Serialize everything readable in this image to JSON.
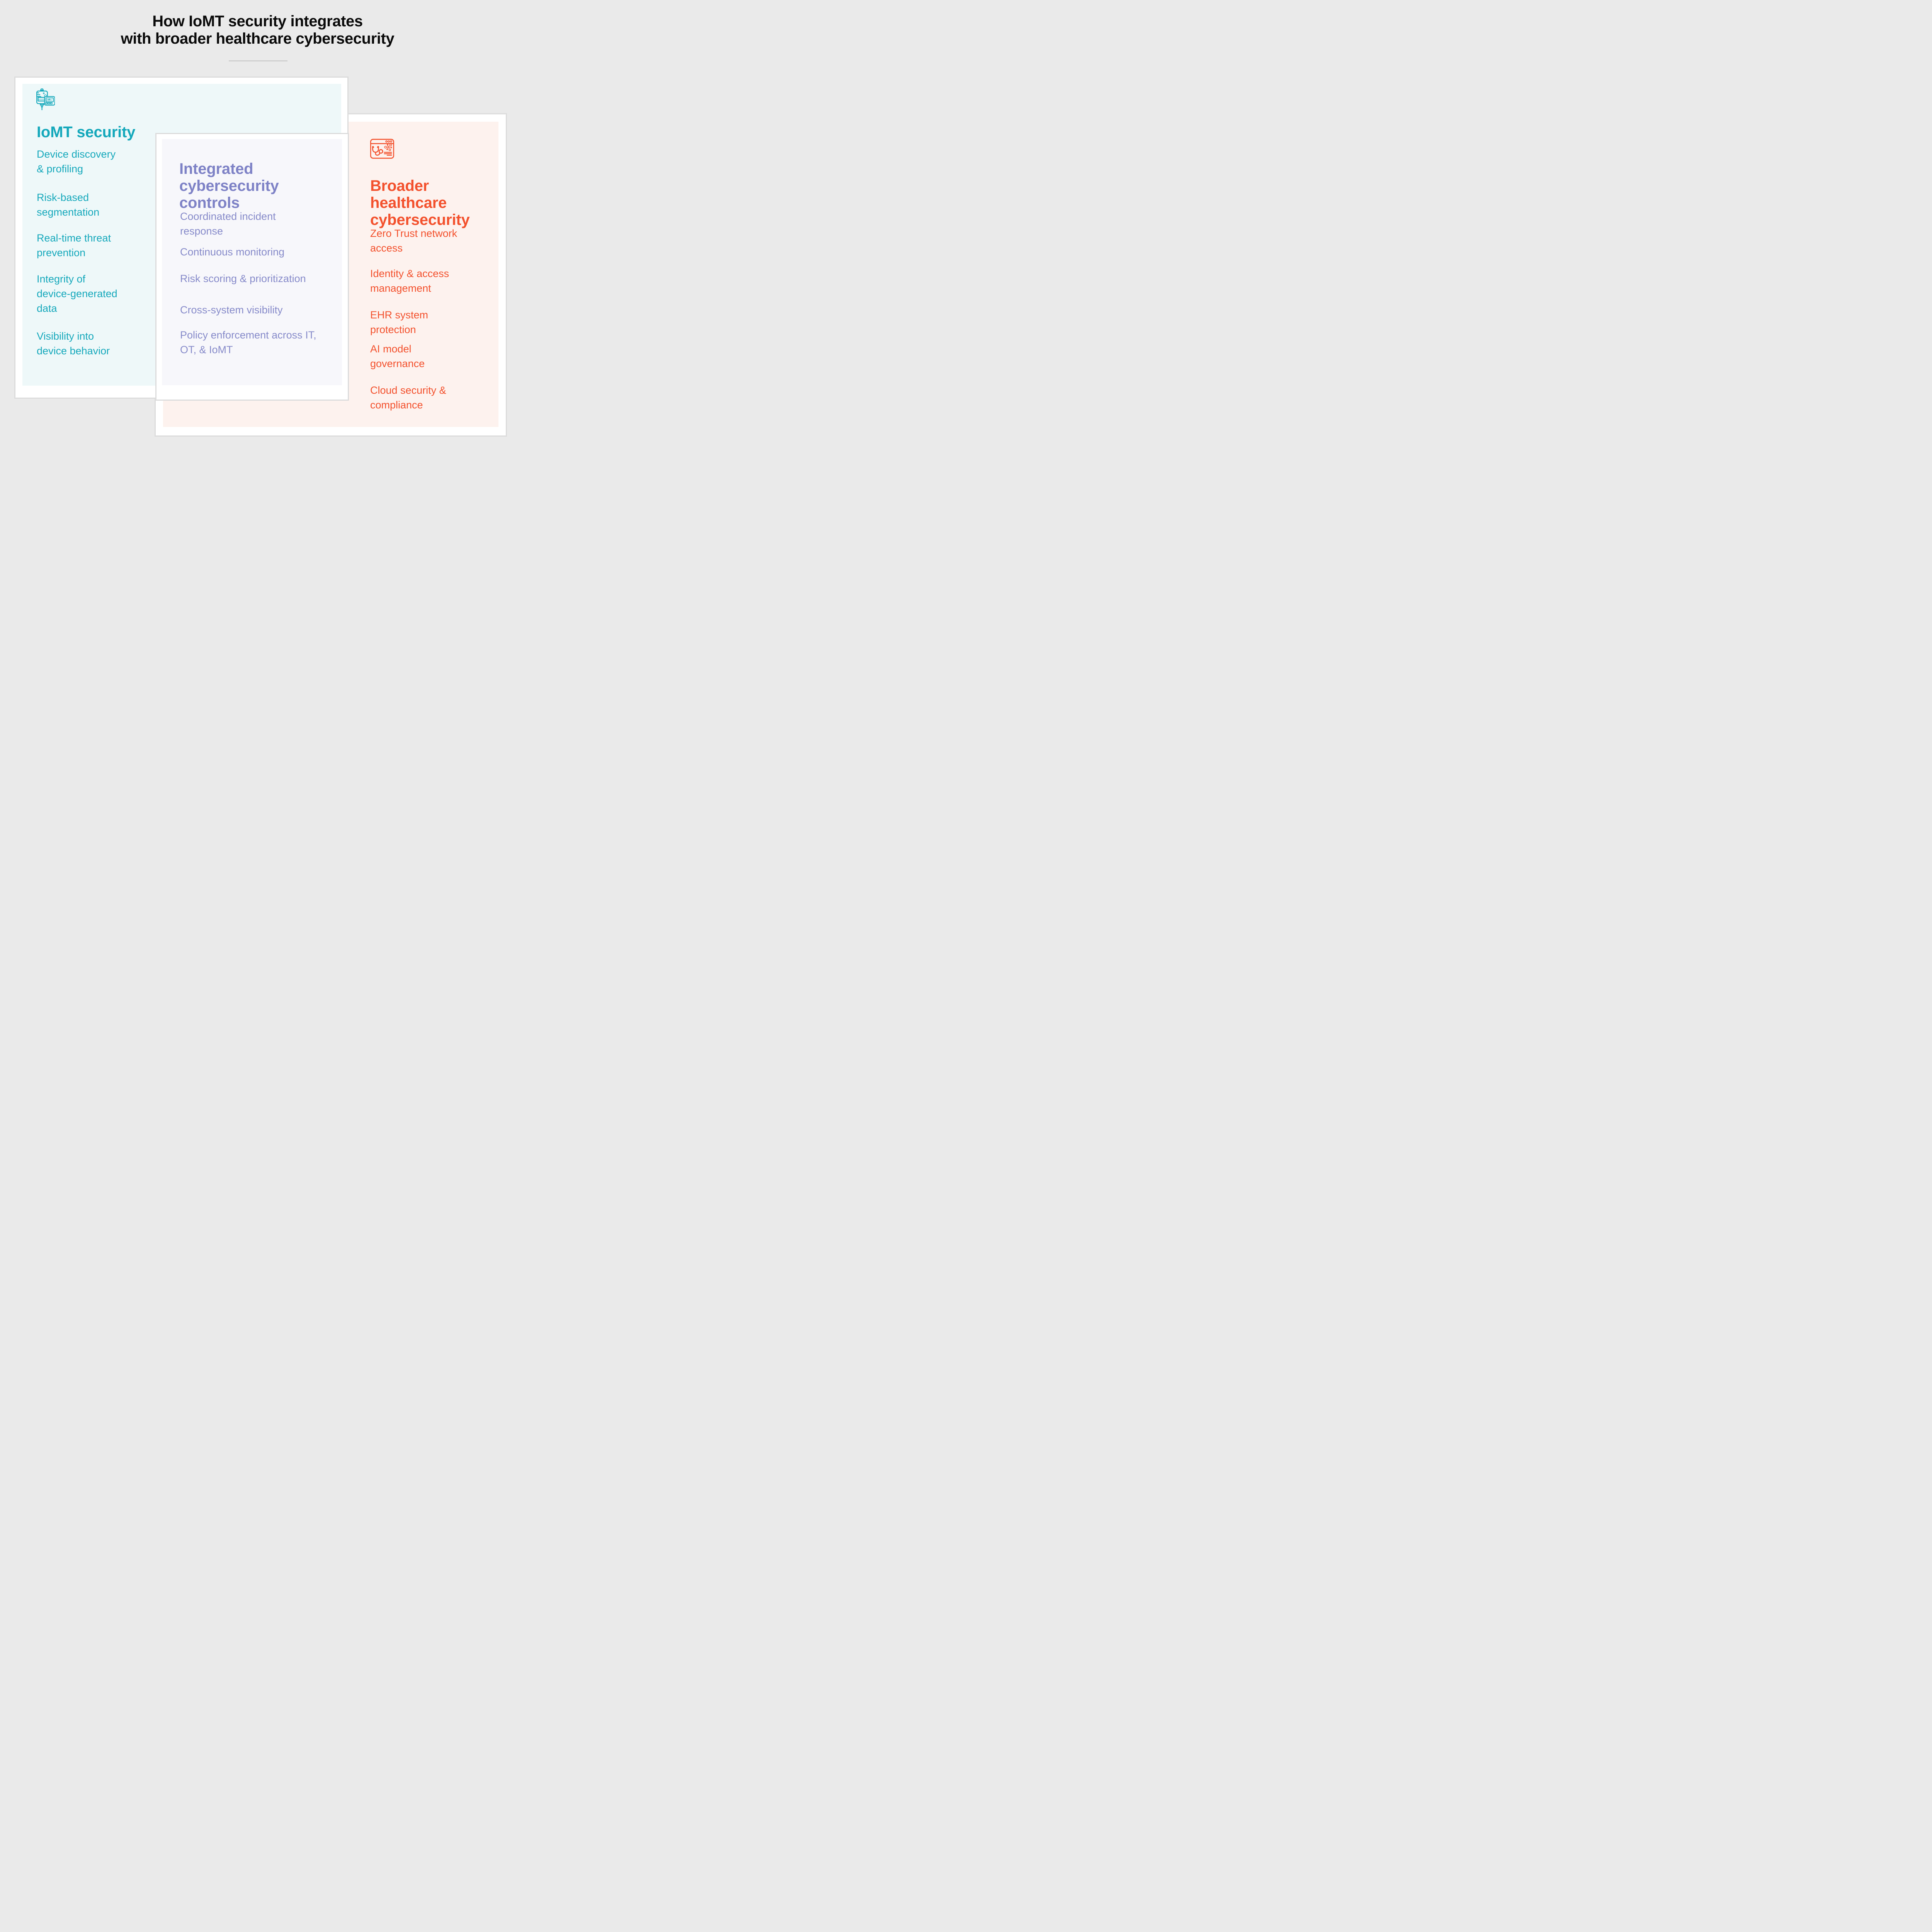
{
  "page": {
    "background": "#eaeaea",
    "title": "How IoMT security integrates\nwith broader healthcare cybersecurity"
  },
  "cards": {
    "iomt": {
      "icon": "iv-infusion-monitor-icon",
      "heading": "IoMT security",
      "accent": "#14a8bb",
      "panel_bg": "#eef8f9",
      "items": [
        "Device discovery\n& profiling",
        "Risk-based\nsegmentation",
        "Real-time threat\nprevention",
        "Integrity of\ndevice-generated\ndata",
        "Visibility into\ndevice behavior"
      ]
    },
    "integrated": {
      "heading": "Integrated\ncybersecurity\ncontrols",
      "accent": "#7e82c6",
      "item_color": "#878bca",
      "panel_bg": "#f7f7fb",
      "items": [
        "Coordinated incident\nresponse",
        "Continuous monitoring",
        "Risk scoring & prioritization",
        "Cross-system visibility",
        "Policy enforcement across IT,\nOT, & IoMT"
      ]
    },
    "broader": {
      "icon": "healthcare-browser-icon",
      "heading": "Broader\nhealthcare\ncybersecurity",
      "accent": "#f3512d",
      "panel_bg": "#fdf2ee",
      "items": [
        "Zero Trust network\naccess",
        "Identity & access\nmanagement",
        "EHR system\nprotection",
        "AI model\ngovernance",
        "Cloud security &\ncompliance"
      ]
    }
  }
}
